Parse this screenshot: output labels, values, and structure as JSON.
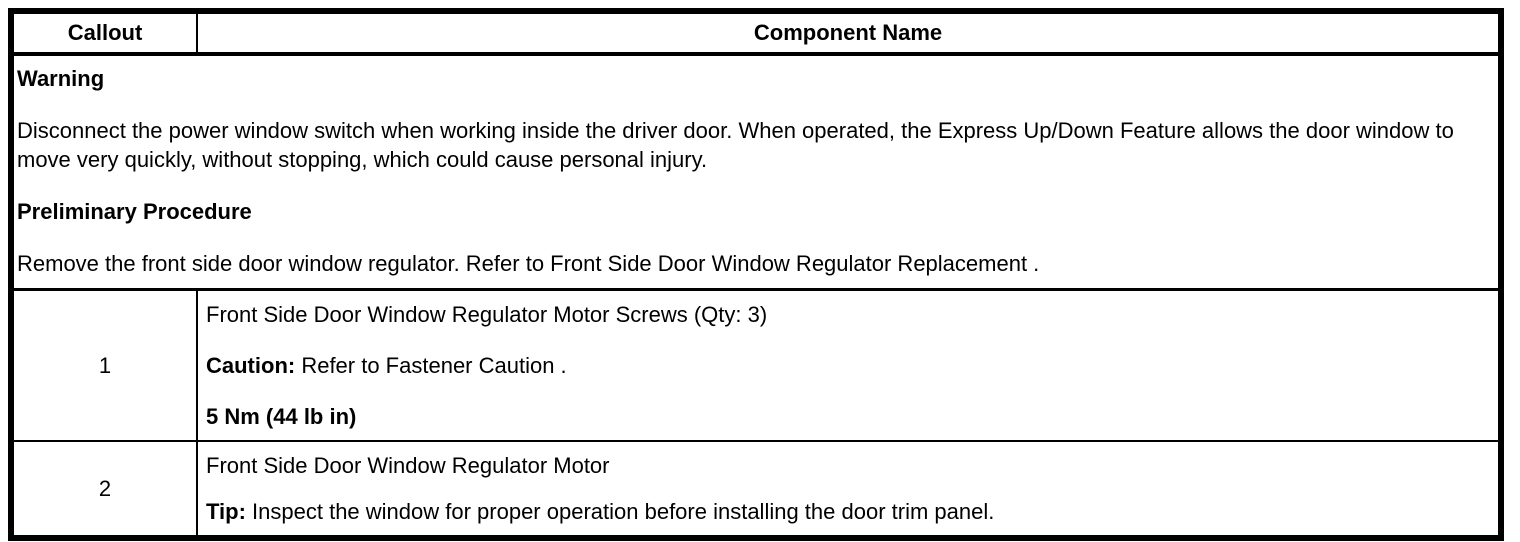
{
  "table": {
    "headers": {
      "callout": "Callout",
      "component": "Component Name"
    },
    "notes": {
      "warning_title": "Warning",
      "warning_body": "Disconnect the power window switch when working inside the driver door. When operated, the Express Up/Down Feature allows the door window to move very quickly, without stopping, which could cause personal injury.",
      "preliminary_title": "Preliminary Procedure",
      "preliminary_body": "Remove the front side door window regulator. Refer to Front Side Door Window Regulator Replacement ."
    },
    "rows": [
      {
        "callout": "1",
        "name": "Front Side Door Window Regulator Motor Screws (Qty: 3)",
        "note_label": "Caution:",
        "note_text": " Refer to Fastener Caution .",
        "torque": "5 Nm (44 lb in)"
      },
      {
        "callout": "2",
        "name": "Front Side Door Window Regulator Motor",
        "note_label": "Tip:",
        "note_text": " Inspect the window for proper operation before installing the door trim panel."
      }
    ],
    "colors": {
      "border": "#000000",
      "text": "#000000",
      "background": "#ffffff"
    }
  }
}
